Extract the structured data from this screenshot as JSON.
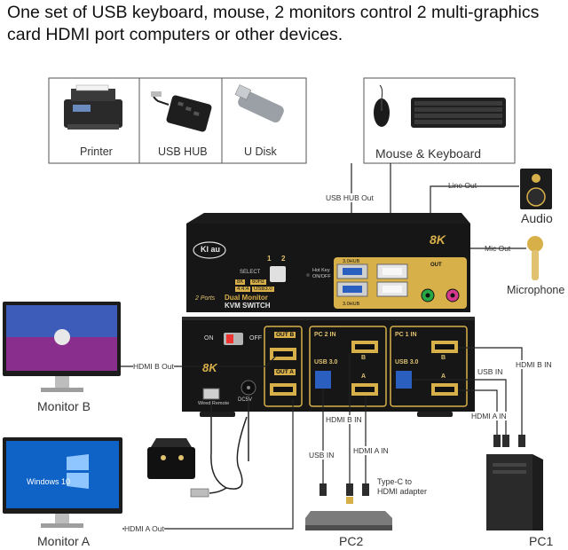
{
  "headline": "One set of USB keyboard, mouse, 2 monitors control 2 multi-graphics card HDMI port computers or other devices.",
  "usb_devices": {
    "printer": "Printer",
    "usb_hub": "USB HUB",
    "u_disk": "U Disk"
  },
  "mouse_keyboard": "Mouse & Keyboard",
  "audio": "Audio",
  "microphone": "Microphone",
  "line_out": "Line  Out",
  "mic_out": "Mic  Out",
  "usb_hub_out": "USB HUB  Out",
  "monitor_b": "Monitor B",
  "monitor_a": "Monitor A",
  "hdmi_b_out": "HDMI B Out",
  "hdmi_a_out": "HDMI A Out",
  "pc1": "PC1",
  "pc2": "PC2",
  "usb_in_pc1": "USB IN",
  "hdmi_b_in_pc1": "HDMI B IN",
  "hdmi_a_in_pc1": "HDMI A IN",
  "usb_in_pc2": "USB IN",
  "hdmi_b_in_pc2": "HDMI B IN",
  "hdmi_a_in_pc2": "HDMI A IN",
  "typec_adapter": "Type-C to\nHDMI adapter",
  "windows_label": "Windows 10",
  "kvm": {
    "brand": "Kl au",
    "select": "SELECT",
    "sel_1": "1",
    "sel_2": "2",
    "hotkey": "Hot Key\nON/OFF",
    "badge_8k": "8K",
    "badge_60hz": "60Hz",
    "badge_444": "4:4:4",
    "badge_usb30": "USB3.0",
    "dual_monitor": "Dual Monitor",
    "kvm_switch": "KVM SWITCH",
    "ports": "2 Ports",
    "hub_label": "3.0HUB",
    "hub_label2": "3.0HUB",
    "out_label": "OUT",
    "big_8k": "8K",
    "on": "ON",
    "off": "OFF",
    "out_b": "OUT B",
    "out_a": "OUT A",
    "pc2": "PC 2 IN",
    "pc1": "PC 1 IN",
    "usb30_a": "USB 3.0",
    "usb30_b": "USB 3.0",
    "port_b2": "B",
    "port_a2": "A",
    "port_b1": "B",
    "port_a1": "A",
    "wired_remote": "Wired Remote",
    "dc5v": "DC5V",
    "rear_8k": "8K"
  },
  "colors": {
    "gold": "#d8b04a",
    "kvm_body": "#1c1c1c",
    "cable": "#222222"
  }
}
